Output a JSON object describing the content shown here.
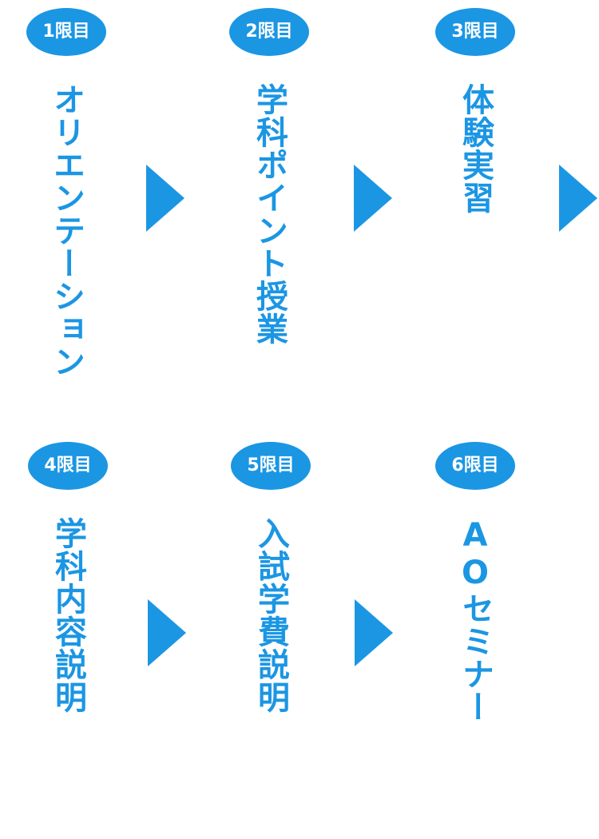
{
  "accent_color": "#1b96e3",
  "periods": [
    {
      "badge": "1限目",
      "title": "オリエンテーション"
    },
    {
      "badge": "2限目",
      "title": "学科ポイント授業"
    },
    {
      "badge": "3限目",
      "title": "体験実習"
    },
    {
      "badge": "4限目",
      "title": "学科内容説明"
    },
    {
      "badge": "5限目",
      "title": "入試学費説明"
    },
    {
      "badge": "6限目",
      "title": "AOセミナー"
    }
  ],
  "arrow_icon": "triangle-right-icon"
}
